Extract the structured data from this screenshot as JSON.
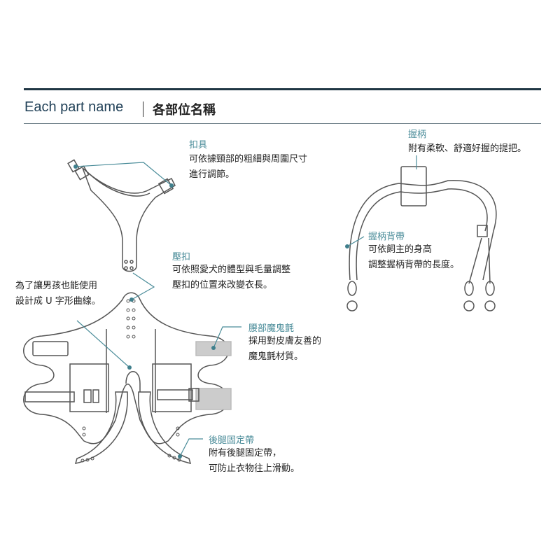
{
  "header": {
    "title_en": "Each part name",
    "title_zh": "各部位名稱"
  },
  "callouts": {
    "buckle": {
      "label": "扣具",
      "lines": [
        "可依據頸部的粗細與周圍尺寸",
        "進行調節。"
      ]
    },
    "handle": {
      "label": "握柄",
      "lines": [
        "附有柔軟、舒適好握的提把。"
      ]
    },
    "handle_strap": {
      "label": "握柄背帶",
      "lines": [
        "可依飼主的身高",
        "調整握柄背帶的長度。"
      ]
    },
    "snap": {
      "label": "壓扣",
      "lines": [
        "可依照愛犬的體型與毛量調整",
        "壓扣的位置來改變衣長。"
      ]
    },
    "u_curve": {
      "lines": [
        "為了讓男孩也能使用",
        "設計成 U 字形曲線。"
      ]
    },
    "waist_velcro": {
      "label": "腰部魔鬼氈",
      "lines": [
        "採用對皮膚友善的",
        "魔鬼氈材質。"
      ]
    },
    "leg_strap": {
      "label": "後腿固定帶",
      "lines": [
        "附有後腿固定帶，",
        "可防止衣物往上滑動。"
      ]
    }
  },
  "colors": {
    "accent": "#4a8c99",
    "header": "#1f3644"
  }
}
